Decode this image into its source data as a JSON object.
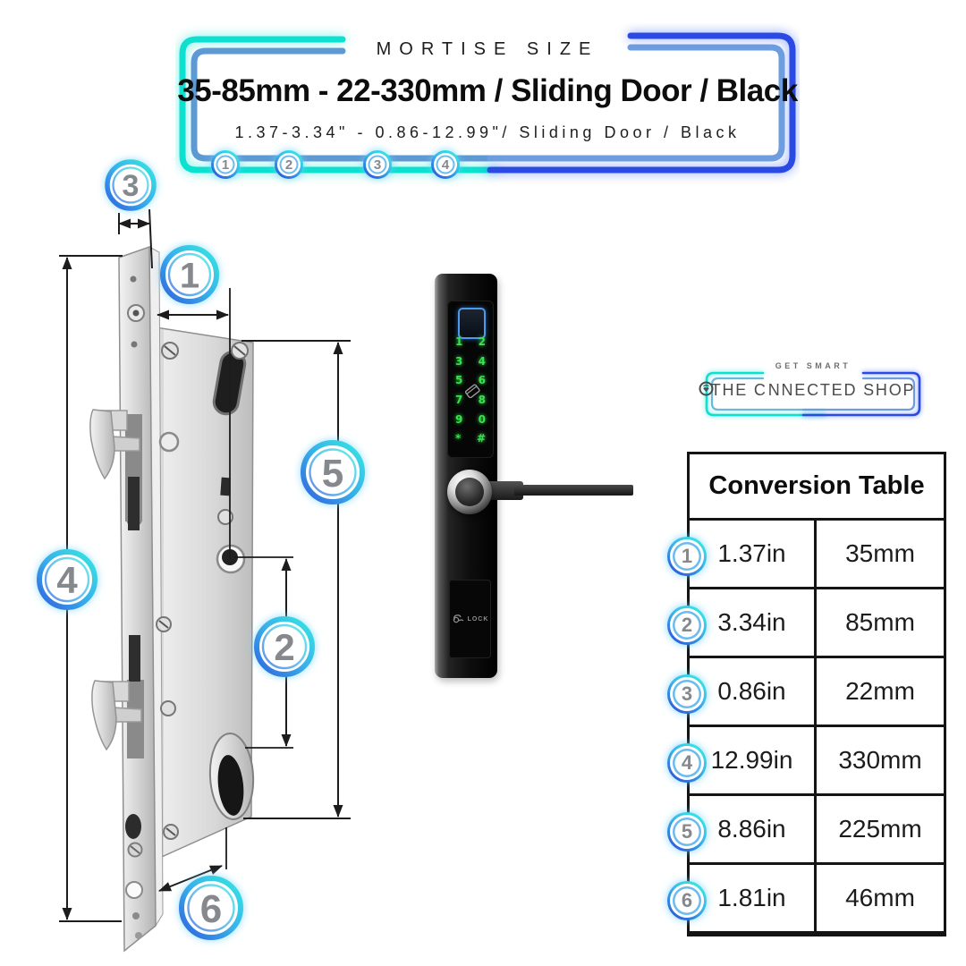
{
  "header": {
    "eyebrow": "MORTISE SIZE",
    "title": "35-85mm - 22-330mm / Sliding Door / Black",
    "subtitle": "1.37-3.34\" - 0.86-12.99\"/ Sliding Door / Black",
    "badges": [
      "1",
      "2",
      "3",
      "4"
    ]
  },
  "diagram": {
    "callouts": {
      "faceplate_width": "3",
      "backset": "1",
      "body_height": "5",
      "faceplate_length": "4",
      "hole_spacing": "2",
      "body_depth": "6"
    }
  },
  "smartlock": {
    "keypad": [
      "1",
      "2",
      "3",
      "4",
      "5",
      "6",
      "7",
      "8",
      "9",
      "0",
      "*",
      "#"
    ],
    "lock_label": "LOCK"
  },
  "logo": {
    "eyebrow": "GET SMART",
    "name_before": "THE C",
    "name_after": "NNECTED SHOP"
  },
  "conversion_table": {
    "title": "Conversion Table",
    "rows": [
      {
        "num": "1",
        "inches": "1.37in",
        "mm": "35mm"
      },
      {
        "num": "2",
        "inches": "3.34in",
        "mm": "85mm"
      },
      {
        "num": "3",
        "inches": "0.86in",
        "mm": "22mm"
      },
      {
        "num": "4",
        "inches": "12.99in",
        "mm": "330mm"
      },
      {
        "num": "5",
        "inches": "8.86in",
        "mm": "225mm"
      },
      {
        "num": "6",
        "inches": "1.81in",
        "mm": "46mm"
      }
    ]
  },
  "colors": {
    "teal": "#0ce0d0",
    "steel_blue": "#5d9ad3",
    "royal_blue": "#2b4ae4",
    "light_blue": "#6d9ddf",
    "keypad_green": "#37e24b",
    "fingerprint_blue": "#4a9af0"
  }
}
